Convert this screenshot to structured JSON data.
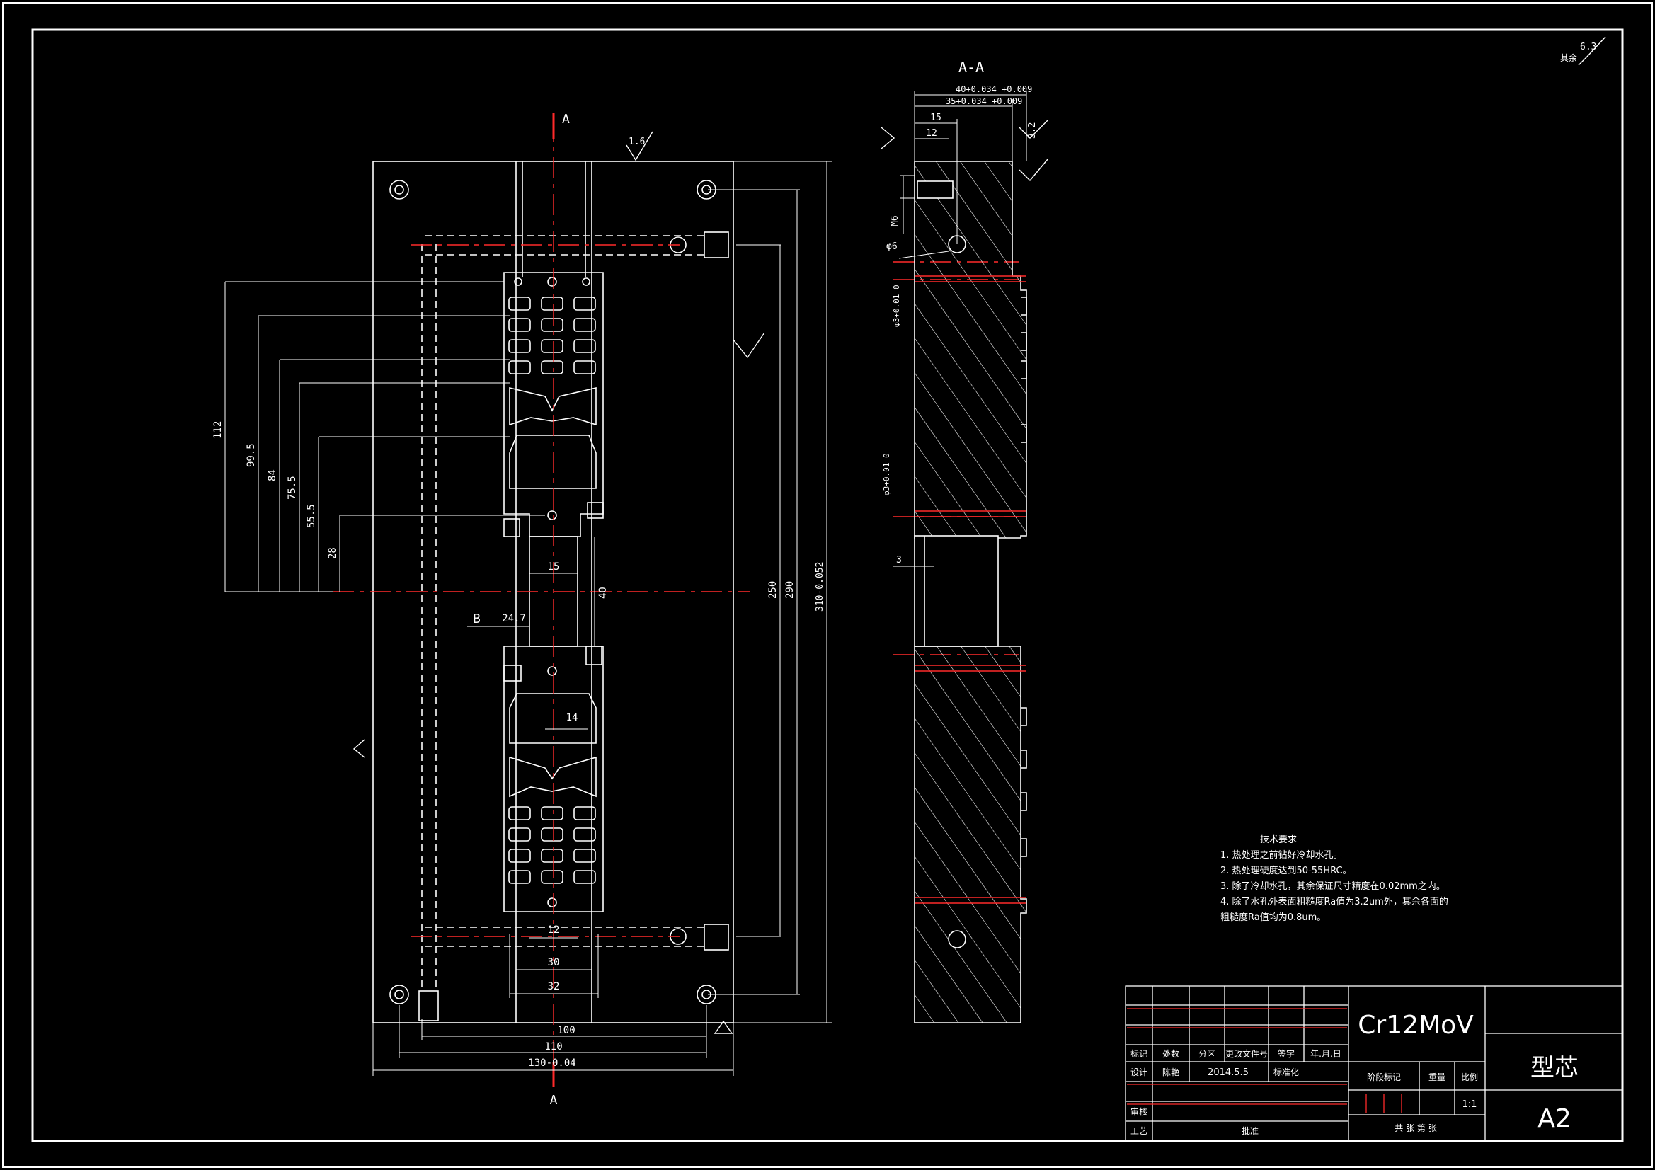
{
  "drawing": {
    "section_label": "A-A",
    "cut_label_top": "A",
    "cut_label_bottom": "A",
    "detail_label": "B",
    "roughness_default": "6.3",
    "roughness_default_prefix": "其余",
    "roughness_values": [
      "1.6",
      "3.2"
    ],
    "plan_view": {
      "horizontal_dims": [
        "100",
        "110",
        "130-0.04",
        "12",
        "30",
        "32",
        "15",
        "24.7",
        "14"
      ],
      "vertical_dims_left": [
        "112",
        "99.5",
        "84",
        "75.5",
        "55.5",
        "28"
      ],
      "vertical_dims_right": [
        "250",
        "290",
        "310-0.052"
      ],
      "gap_dim": "40"
    },
    "section_view": {
      "dims": [
        "40+0.034 +0.009",
        "35+0.034 +0.009",
        "15",
        "12",
        "3"
      ],
      "thread": "M6",
      "hole": "φ6",
      "bores": [
        "φ3+0.01 0",
        "φ3+0.01 0"
      ]
    }
  },
  "tech_requirements": {
    "title": "技术要求",
    "items": [
      "1. 热处理之前钻好冷却水孔。",
      "2. 热处理硬度达到50-55HRC。",
      "3. 除了冷却水孔，其余保证尺寸精度在0.02mm之内。",
      "4. 除了水孔外表面粗糙度Ra值为3.2um外，其余各面的",
      "粗糙度Ra值均为0.8um。"
    ]
  },
  "title_block": {
    "material": "Cr12MoV",
    "part_name": "型芯",
    "sheet_size": "A2",
    "scale": "1:1",
    "headers": [
      "标记",
      "处数",
      "分区",
      "更改文件号",
      "签字",
      "年.月.日"
    ],
    "design_label": "设计",
    "designer": "陈艳",
    "date": "2014.5.5",
    "standardize_label": "标准化",
    "stage_label": "阶段标记",
    "weight_label": "重量",
    "ratio_label": "比例",
    "review_label": "审核",
    "process_label": "工艺",
    "approve_label": "批准",
    "sheets_label": "共  张  第  张"
  }
}
